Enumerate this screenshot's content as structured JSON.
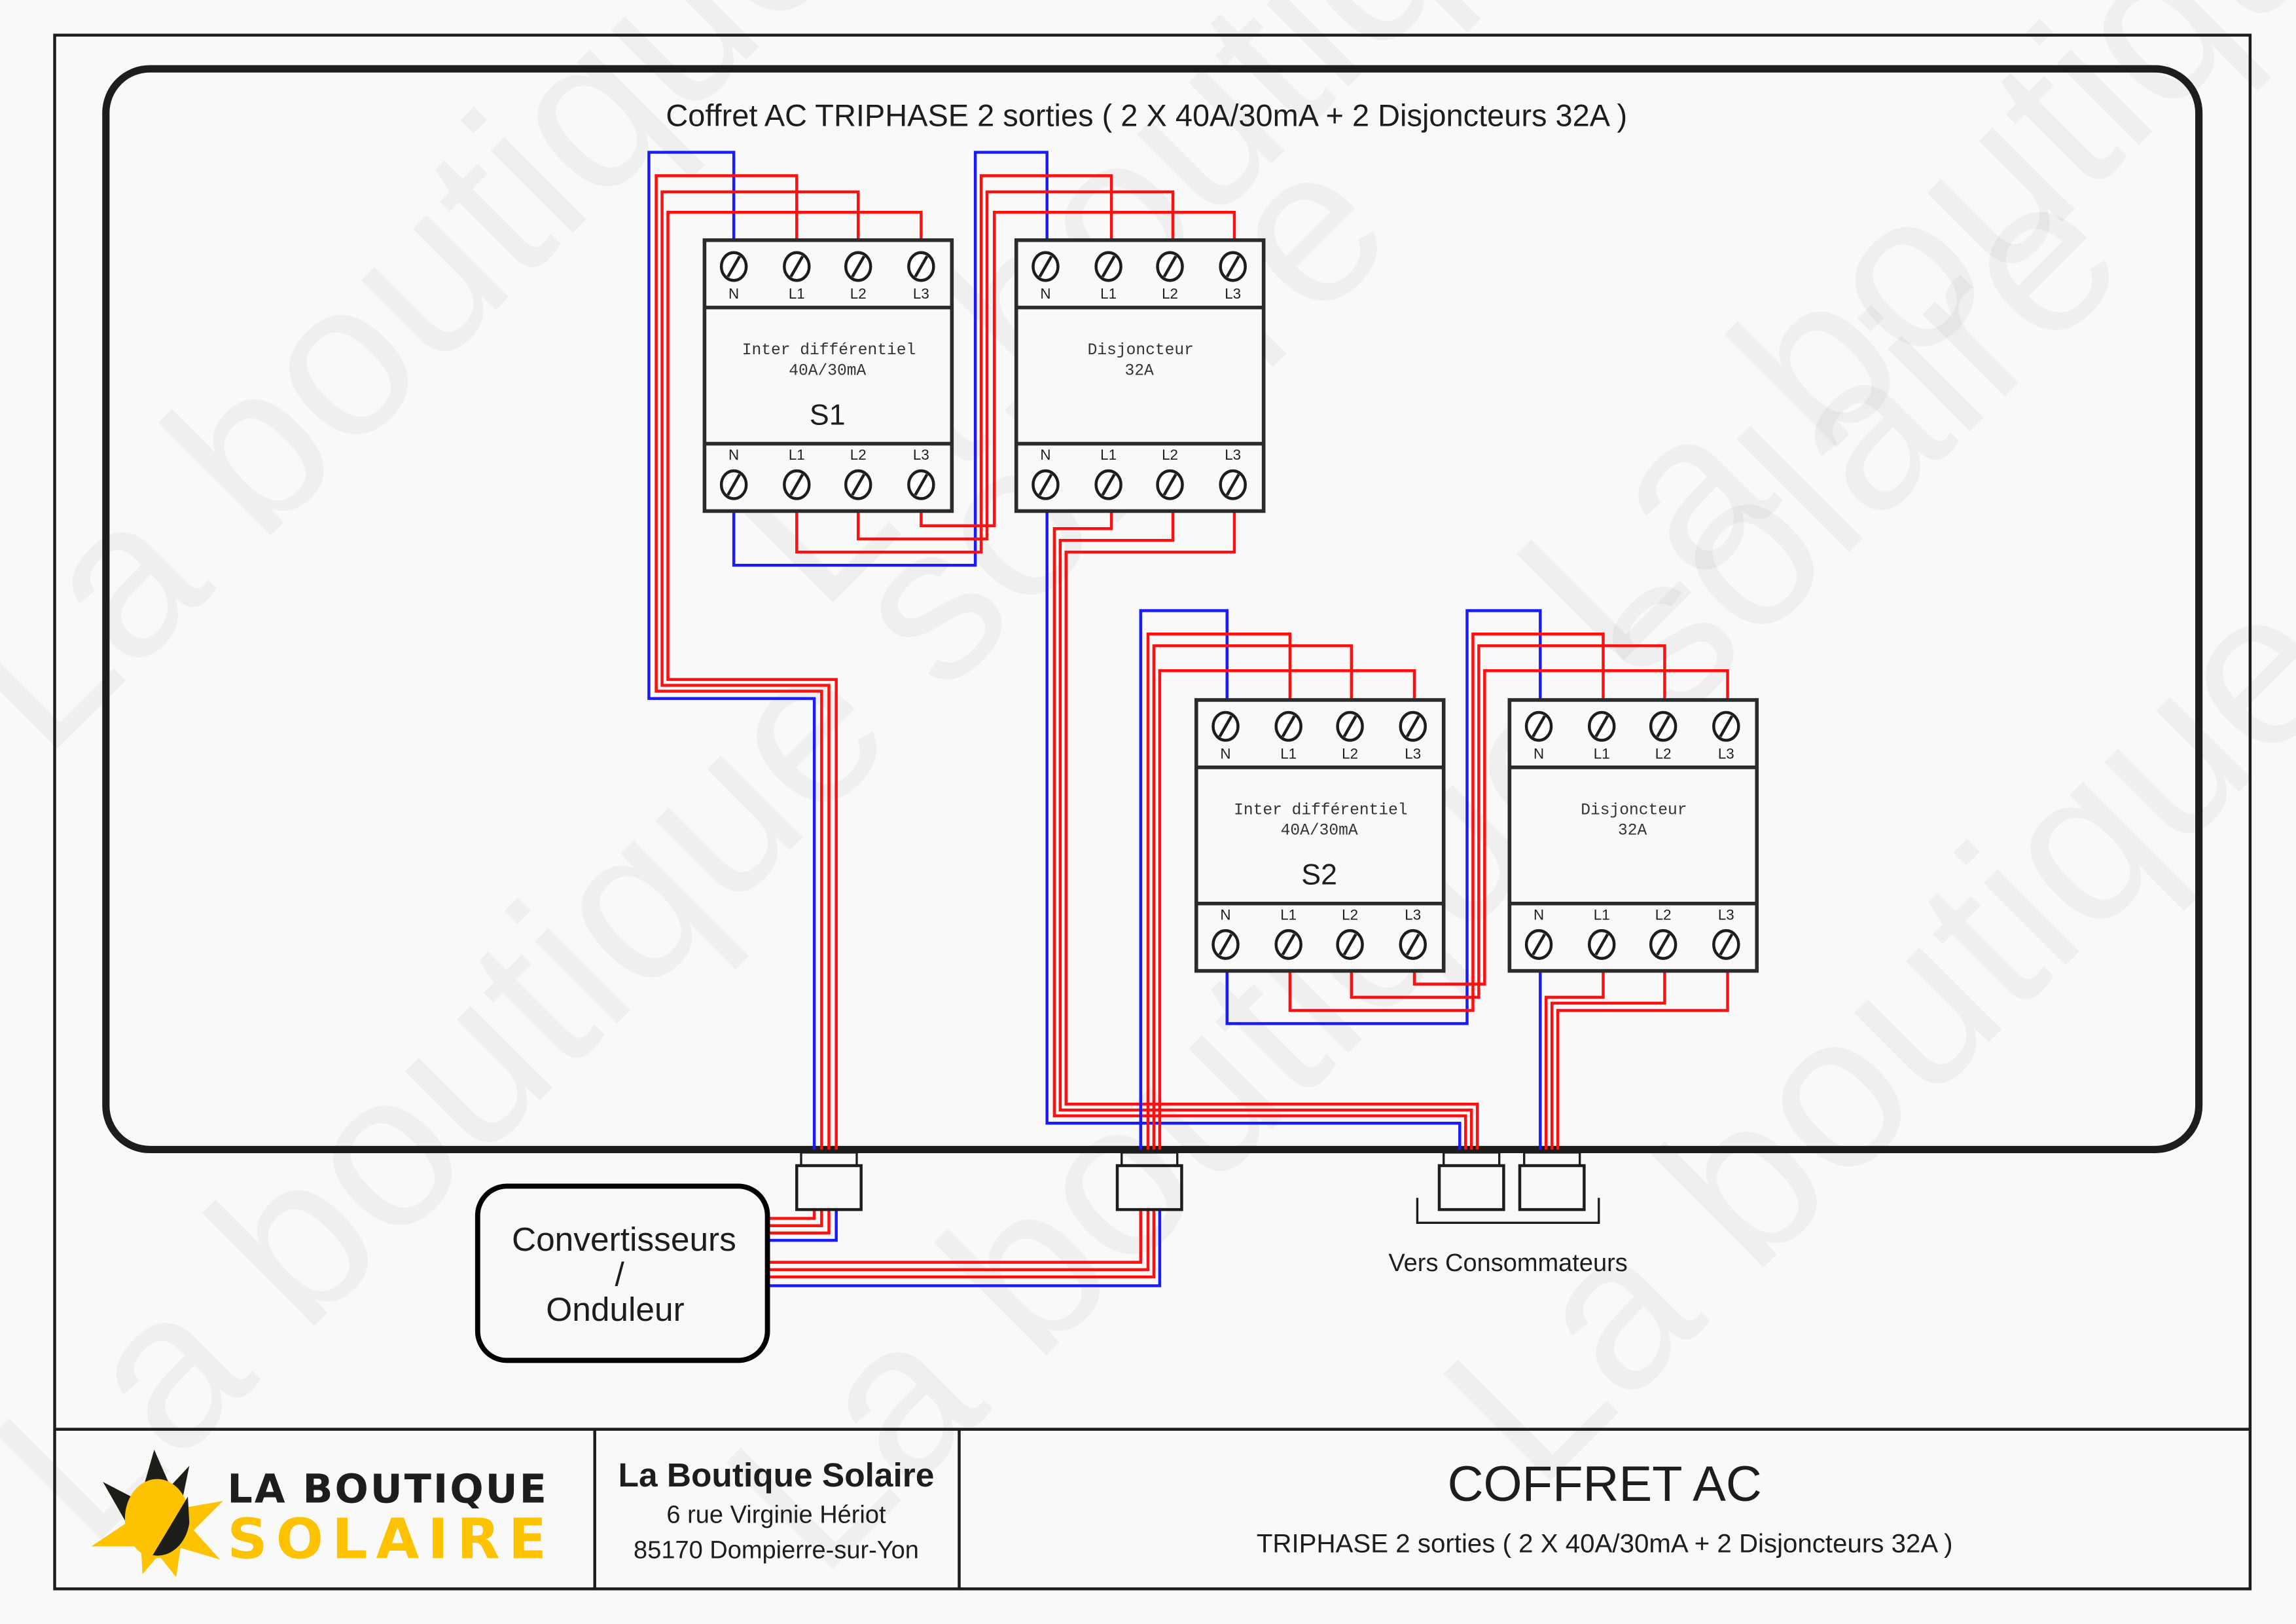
{
  "title": "Coffret AC TRIPHASE 2 sorties ( 2 X 40A/30mA  + 2 Disjoncteurs 32A )",
  "watermark": "La boutique solaire",
  "terminal_labels": [
    "N",
    "L1",
    "L2",
    "L3"
  ],
  "modules": [
    {
      "id": "s1",
      "line1": "Inter différentiel",
      "line2": "40A/30mA",
      "tag": "S1"
    },
    {
      "id": "d1",
      "line1": "Disjoncteur",
      "line2": "32A",
      "tag": ""
    },
    {
      "id": "s2",
      "line1": "Inter différentiel",
      "line2": "40A/30mA",
      "tag": "S2"
    },
    {
      "id": "d2",
      "line1": "Disjoncteur",
      "line2": "32A",
      "tag": ""
    }
  ],
  "converter": {
    "line1": "Convertisseurs",
    "line2": "/",
    "line3": "Onduleur"
  },
  "consumers_label": "Vers Consommateurs",
  "footer": {
    "logo_line1": "LA BOUTIQUE",
    "logo_line2": "SOLAIRE",
    "company": "La Boutique Solaire",
    "address1": "6 rue Virginie Hériot",
    "address2": "85170 Dompierre-sur-Yon",
    "doc_title": "COFFRET AC",
    "doc_subtitle": "TRIPHASE 2 sorties ( 2 X 40A/30mA  + 2 Disjoncteurs 32A )"
  },
  "colors": {
    "neutral": "#1a1aff",
    "phase": "#ff1010",
    "logo_yellow": "#fdc300",
    "logo_black": "#1d1d1b"
  }
}
